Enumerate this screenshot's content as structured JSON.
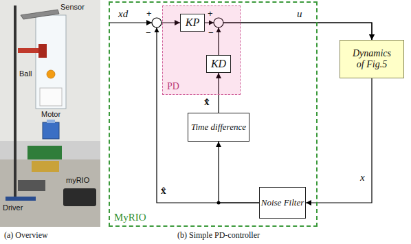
{
  "diagram": {
    "nodes": [
      {
        "text": [
          "MyRIO"
        ]
      },
      {
        "text": [
          "PD"
        ],
        "in": 0
      },
      {
        "text": [
          "KP"
        ],
        "in": 1
      },
      {
        "text": [
          "KD"
        ],
        "in": 1
      },
      {
        "text": [
          "Time difference"
        ],
        "in": 0
      },
      {
        "text": [
          "Noise Filter"
        ],
        "in": 0
      },
      {
        "text": [
          "Dynamics of Fig.5"
        ]
      }
    ],
    "edges": [
      {
        "from": 2,
        "to": 6,
        "arrow": "to",
        "label": "u"
      },
      {
        "from": 3,
        "to": 6,
        "arrow": "to"
      },
      {
        "from": 6,
        "to": 5,
        "arrow": "to",
        "label": "x"
      },
      {
        "from": 5,
        "to": 4,
        "arrow": "to"
      },
      {
        "from": 5,
        "to": 2,
        "arrow": "to"
      },
      {
        "from": 4,
        "to": 3,
        "arrow": "to"
      }
    ],
    "labels": [
      "Sensor",
      "Ball",
      "Motor",
      "myRIO",
      "Driver",
      "(a) Overview",
      "(b) Simple PD-controller",
      "xd",
      "+",
      "−",
      "+",
      "−",
      "x̂",
      "x̂̇"
    ]
  }
}
